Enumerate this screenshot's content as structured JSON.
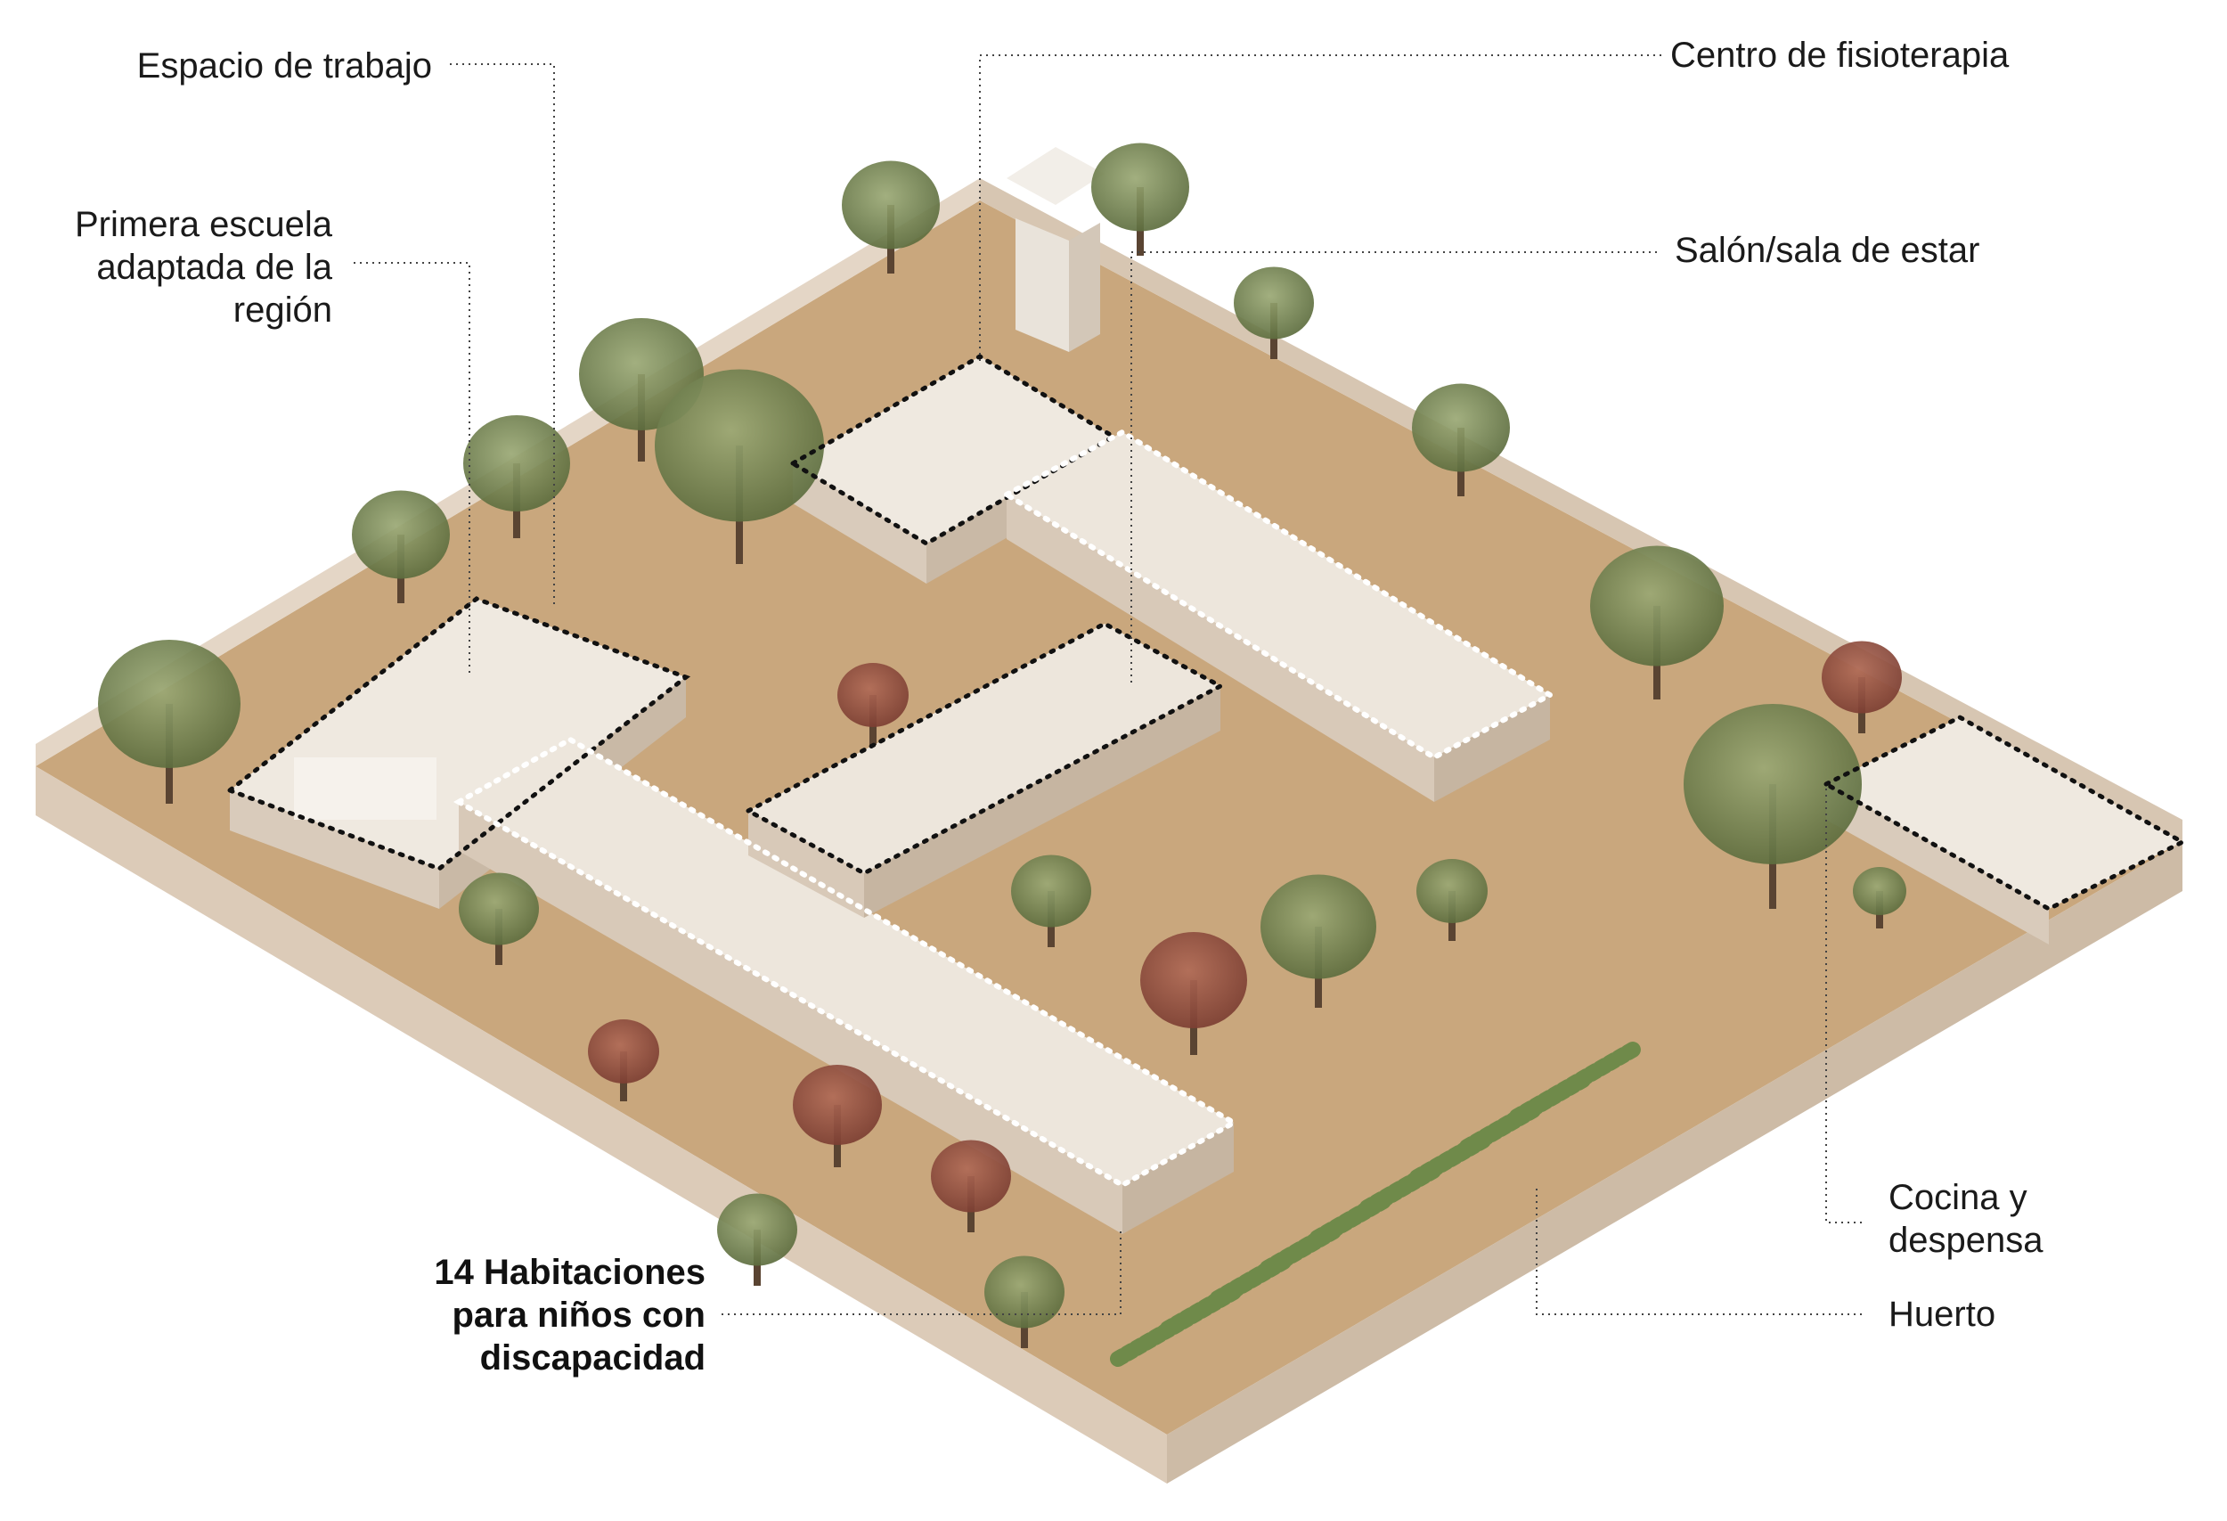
{
  "labels": {
    "espacio_trabajo": "Espacio de trabajo",
    "primera_escuela": "Primera escuela\nadaptada de la\nregión",
    "centro_fisioterapia": "Centro de fisioterapia",
    "salon": "Salón/sala de estar",
    "cocina": "Cocina y\ndespensa",
    "huerto": "Huerto",
    "habitaciones": "14 Habitaciones\npara niños con\ndiscapacidad"
  },
  "colors": {
    "ground": "#c8a47a",
    "wall": "#e3d5c4",
    "wall_shadow": "#cbb9a4",
    "building": "#ebe4da",
    "tree": "#7f8f5a",
    "leader": "#444444"
  }
}
